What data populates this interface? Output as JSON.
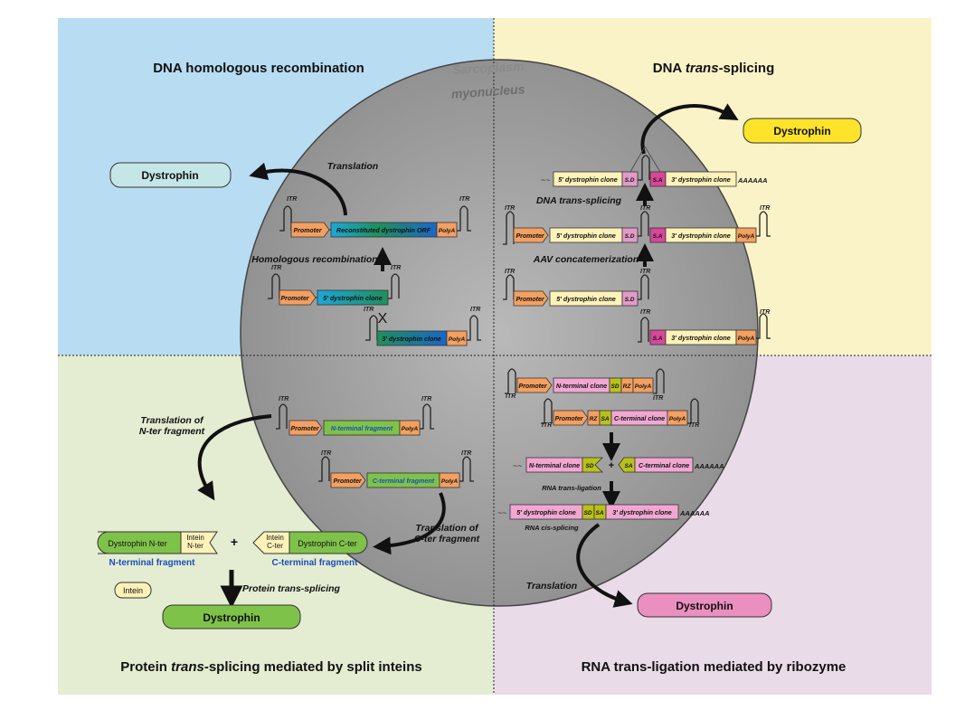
{
  "quadrants": {
    "top_left": {
      "title": "DNA homologous recombination",
      "bg": "#b8dcf2"
    },
    "top_right": {
      "title_pre": "DNA ",
      "title_ital": "trans",
      "title_post": "-splicing",
      "bg": "#fbf3c8"
    },
    "bottom_left": {
      "title_pre": "Protein ",
      "title_ital": "trans",
      "title_post": "-splicing mediated by split inteins",
      "bg": "#e4ecd2"
    },
    "bottom_right": {
      "title": "RNA trans-ligation mediated by ribozyme",
      "bg": "#eadbe9"
    }
  },
  "cell": {
    "sarcoplasm": "Sarcoplasm",
    "myonucleus": "myonucleus"
  },
  "labels": {
    "itr": "ITR",
    "promoter": "Promoter",
    "polya": "PolyA",
    "sd": "S.D",
    "sa": "S.A",
    "sd2": "SD",
    "sa2": "SA",
    "rz": "RZ",
    "tilde": "~~",
    "cross": "X",
    "plus": "+",
    "aaaaaa": "AAAAAA"
  },
  "homologous": {
    "dystrophin": "Dystrophin",
    "translation": "Translation",
    "recombination": "Homologous recombination",
    "reconstituted": "Reconstituted dystrophin ORF",
    "clone5": "5' dystrophin clone",
    "clone3": "3' dystrophin clone"
  },
  "trans_splicing": {
    "dystrophin": "Dystrophin",
    "dna_trans_splicing": "DNA trans-splicing",
    "aav_concat": "AAV concatemerization",
    "clone5": "5' dystrophin clone",
    "clone3": "3' dystrophin clone"
  },
  "protein": {
    "translation_n": "Translation of\nN-ter fragment",
    "translation_c": "Translation of\nC-ter fragment",
    "n_fragment": "N-terminal fragment",
    "c_fragment": "C-terminal fragment",
    "dys_n": "Dystrophin N-ter",
    "dys_c": "Dystrophin C-ter",
    "intein_n": "Intein\nN-ter",
    "intein_c": "Intein\nC-ter",
    "n_frag_label": "N-terminal fragment",
    "c_frag_label": "C-terminal fragment",
    "intein": "Intein",
    "protein_trans": "Protein trans-splicing",
    "dystrophin": "Dystrophin"
  },
  "ribozyme": {
    "n_clone": "N-terminal clone",
    "c_clone": "C-terminal clone",
    "rna_trans_ligation": "RNA trans-ligation",
    "rna_cis_splicing": "RNA cis-splicing",
    "clone5": "5' dystrophin clone",
    "clone3": "3' dystrophin clone",
    "translation": "Translation",
    "dystrophin": "Dystrophin"
  }
}
